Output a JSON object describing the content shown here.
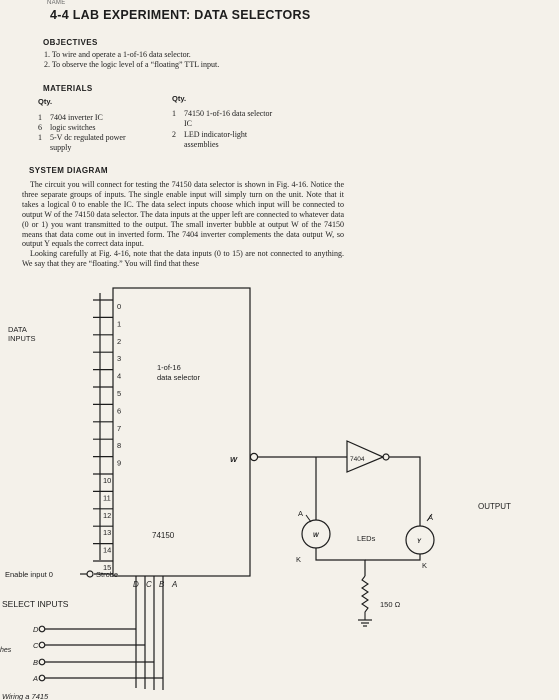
{
  "header": {
    "name_label": "NAME",
    "title": "4-4 LAB EXPERIMENT: DATA SELECTORS"
  },
  "objectives": {
    "heading": "OBJECTIVES",
    "items": [
      "1. To wire and operate a 1-of-16 data selector.",
      "2. To observe the logic level of a “floating” TTL input."
    ]
  },
  "materials": {
    "heading": "MATERIALS",
    "qty_label": "Qty.",
    "left": [
      {
        "qty": "1",
        "lines": [
          "7404 inverter IC"
        ]
      },
      {
        "qty": "6",
        "lines": [
          "logic switches"
        ]
      },
      {
        "qty": "1",
        "lines": [
          "5-V dc regulated power",
          "supply"
        ]
      }
    ],
    "right": [
      {
        "qty": "1",
        "lines": [
          "74150 1-of-16 data selector",
          "IC"
        ]
      },
      {
        "qty": "2",
        "lines": [
          "LED indicator-light",
          "assemblies"
        ]
      }
    ]
  },
  "system_diagram": {
    "heading": "SYSTEM DIAGRAM",
    "para1": "The circuit you will connect for testing the 74150 data selector is shown in Fig. 4-16. Notice the three separate groups of inputs. The single enable input will simply turn on the unit. Note that it takes a logical 0 to enable the IC. The data select inputs choose which input will be connected to output W of the 74150 data selector. The data inputs at the upper left are connected to whatever data (0 or 1) you want transmitted to the output. The small inverter bubble at output W of the 74150 means that data come out in inverted form. The 7404 inverter complements the data output W, so output Y equals the correct data input.",
    "para2": "Looking carefully at Fig. 4-16, note that the data inputs (0 to 15) are not connected to anything. We say that they are “floating.” You will find that these"
  },
  "circuit": {
    "data_inputs_label": [
      "DATA",
      "INPUTS"
    ],
    "input_numbers": [
      "0",
      "1",
      "2",
      "3",
      "4",
      "5",
      "6",
      "7",
      "8",
      "9",
      "10",
      "11",
      "12",
      "13",
      "14",
      "15"
    ],
    "chip_desc": [
      "1-of-16",
      "data selector"
    ],
    "chip_name": "74150",
    "output_w": "W",
    "strobe_label": "Strobe",
    "enable_label": "Enable input 0",
    "select_pins": [
      "D",
      "C",
      "B",
      "A"
    ],
    "select_inputs_label": "SELECT INPUTS",
    "select_switches": [
      "D",
      "C",
      "B",
      "A"
    ],
    "inverter_label": "7404",
    "led_w_label": "W",
    "led_y_label": "Y",
    "anode_label": "A",
    "cathode_label": "K",
    "leds_label": "LEDs",
    "resistor_label": "150 Ω",
    "output_label": "OUTPUT",
    "left_margin_fragment": "hes",
    "bottom_fragment": "Wiring a 7415"
  }
}
